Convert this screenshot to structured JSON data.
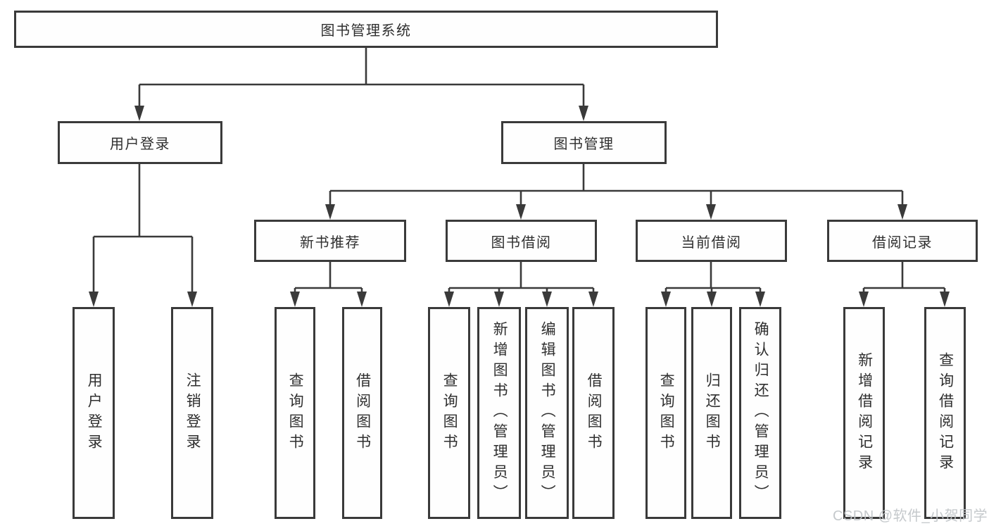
{
  "tree": {
    "root": "图书管理系统",
    "user_login": {
      "label": "用户登录",
      "children": {
        "login": "用户登录",
        "logout": "注销登录"
      }
    },
    "book_mgmt": {
      "label": "图书管理",
      "new_book_rec": {
        "label": "新书推荐",
        "children": {
          "query_book": "查询图书",
          "borrow_book": "借阅图书"
        }
      },
      "book_borrow": {
        "label": "图书借阅",
        "children": {
          "query_book": "查询图书",
          "add_book": "新增图书（管理员）",
          "edit_book": "编辑图书（管理员）",
          "borrow_book": "借阅图书"
        }
      },
      "current_borrow": {
        "label": "当前借阅",
        "children": {
          "query_book": "查询图书",
          "return_book": "归还图书",
          "confirm_return": "确认归还（管理员）"
        }
      },
      "borrow_record": {
        "label": "借阅记录",
        "children": {
          "add_record": "新增借阅记录",
          "query_record": "查询借阅记录"
        }
      }
    }
  },
  "watermark": "CSDN @软件_小贺同学",
  "colors": {
    "line": "#3a3a3a",
    "text": "#2f2f2f",
    "watermark": "#c0c4c8",
    "background": "#ffffff"
  }
}
